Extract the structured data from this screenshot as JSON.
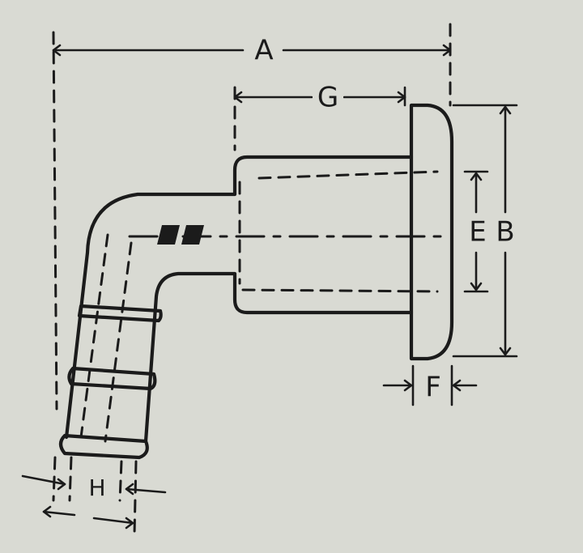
{
  "diagram": {
    "labels": {
      "A": "A",
      "G": "G",
      "E": "E",
      "B": "B",
      "F": "F",
      "H": "H"
    },
    "colors": {
      "paper": "#d9dad3",
      "ink": "#1b1b1b"
    }
  }
}
